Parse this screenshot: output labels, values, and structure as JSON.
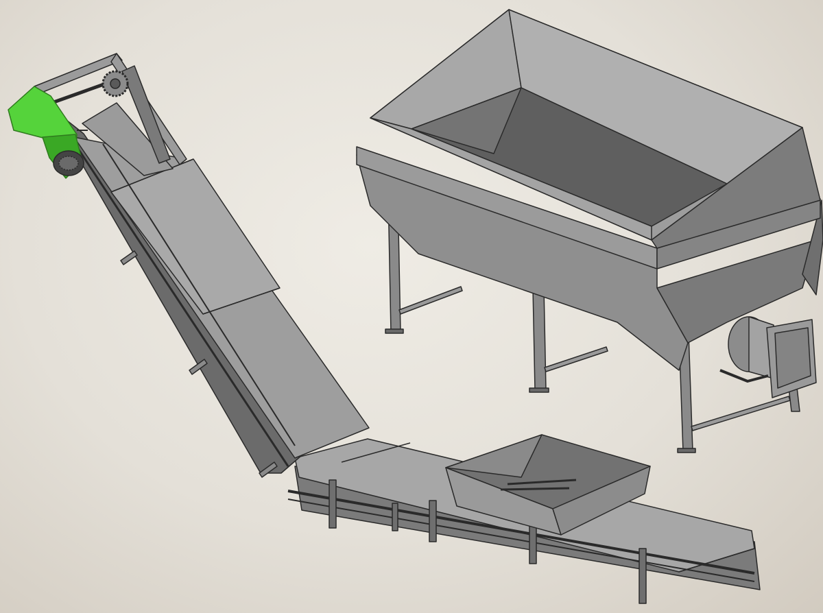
{
  "scene": {
    "kind": "technical-render",
    "objects": [
      "inclined-chain-conveyor",
      "feed-hopper-bin",
      "storage-hopper-tank"
    ],
    "colors": {
      "background": "#e6e2da",
      "steel_light": "#a9a9a9",
      "steel_mid": "#8e8e8e",
      "steel_dark": "#5f5f5f",
      "steel_shadow": "#4a4a4a",
      "outline": "#2a2a2a",
      "motor_green": "#55d33b",
      "motor_green_dark": "#3aa825"
    }
  }
}
